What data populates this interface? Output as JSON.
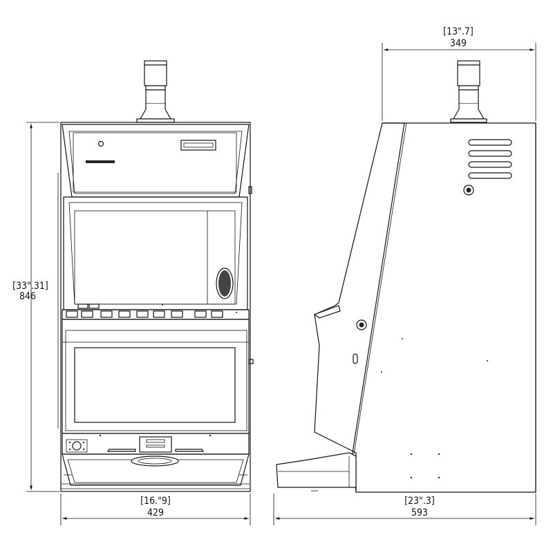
{
  "dimensions": {
    "top_width": {
      "inches": "[13\".7]",
      "mm": "349"
    },
    "height": {
      "inches": "[33\".31]",
      "mm": "846"
    },
    "front_width": {
      "inches": "[16.\"9]",
      "mm": "429"
    },
    "depth": {
      "inches": "[23\".3]",
      "mm": "593"
    }
  },
  "colors": {
    "line": "#111111",
    "background": "#ffffff"
  }
}
